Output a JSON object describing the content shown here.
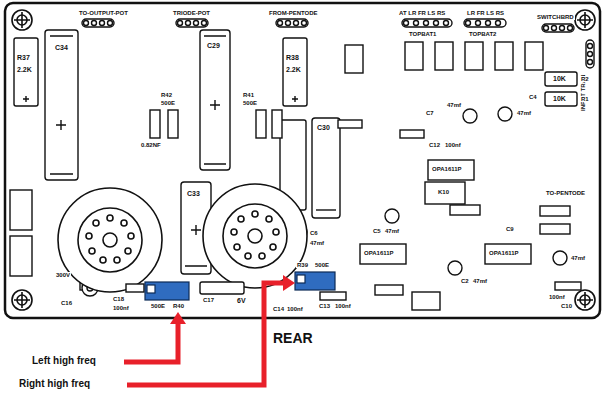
{
  "diagram": {
    "labels": [
      "TO-OUTPUT-POT",
      "TRIODE-POT",
      "FROM-PENTODE",
      "AT LR FR LS RS",
      "LR FR LS RS",
      "TOPBAT1",
      "TOPBAT2",
      "SWITCHBRD",
      "INPUT TRAN",
      "C34",
      "R37",
      "2.2K",
      "C29",
      "R38",
      "2.2K",
      "R42",
      "500E",
      "R41",
      "500E",
      "0.82NF",
      "C33",
      "C30",
      "10K",
      "R2",
      "10K",
      "R1",
      "C7",
      "47mf",
      "C4",
      "47mf",
      "C12",
      "100nf",
      "OPA1611P",
      "K10",
      "C6",
      "47mf",
      "C5",
      "47mf",
      "OPA1611P",
      "OPA1611P",
      "C2",
      "47mf",
      "C9",
      "47mf",
      "100nf",
      "C10",
      "C13",
      "100nf",
      "C14",
      "100nf",
      "6V",
      "C17",
      "500E",
      "R40",
      "R39",
      "500E",
      "300V",
      "C16",
      "C18",
      "100nf",
      "TO-PENTODE",
      "REAR",
      "Left high freq",
      "Right high freq"
    ]
  }
}
